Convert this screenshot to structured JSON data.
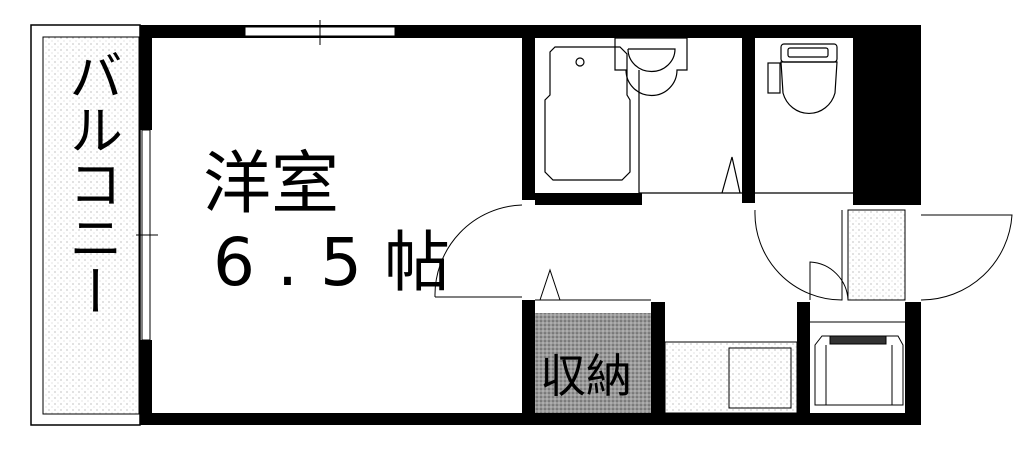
{
  "floorplan": {
    "balcony_label": "バルコニー",
    "room_name": "洋室",
    "room_size": "6.5帖",
    "storage_label": "収納"
  },
  "colors": {
    "wall": "#000000",
    "floor_texture": "#e6e6e6",
    "storage_fill": "#8a8a8a"
  }
}
